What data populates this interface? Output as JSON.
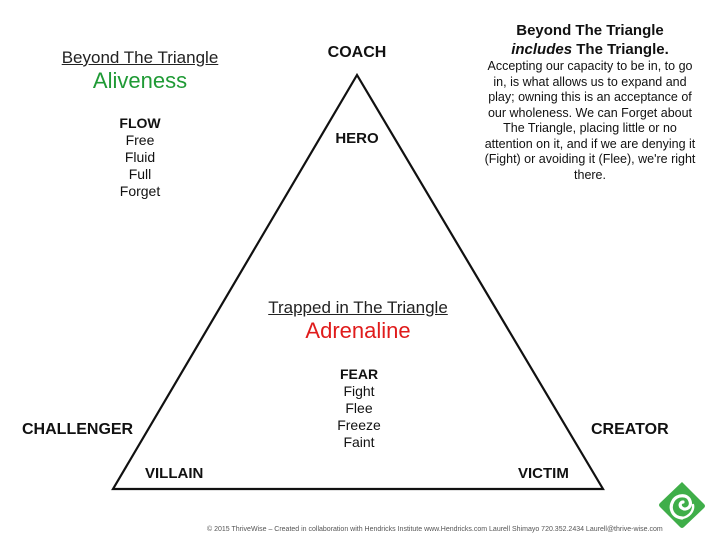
{
  "vertices": {
    "top": "COACH",
    "left": "CHALLENGER",
    "right": "CREATOR"
  },
  "inner_roles": {
    "top": "HERO",
    "left": "VILLAIN",
    "right": "VICTIM"
  },
  "beyond": {
    "title": "Beyond The Triangle",
    "subtitle": "Aliveness",
    "list_heading": "FLOW",
    "items": [
      "Free",
      "Fluid",
      "Full",
      "Forget"
    ]
  },
  "trapped": {
    "title": "Trapped in The Triangle",
    "subtitle": "Adrenaline",
    "list_heading": "FEAR",
    "items": [
      "Fight",
      "Flee",
      "Freeze",
      "Faint"
    ]
  },
  "callout": {
    "title_line1": "Beyond The Triangle",
    "title_em": "includes",
    "title_rest": " The Triangle.",
    "body": "Accepting our capacity to be in, to go in, is what allows us to expand and play; owning this is an acceptance of our wholeness. We can Forget about The Triangle, placing little or no attention on it, and if we are denying it (Fight) or avoiding it (Flee), we're right there."
  },
  "footer": "© 2015 ThriveWise – Created in collaboration with Hendricks Institute www.Hendricks.com Laurell Shimayo 720.352.2434 Laurell@thrive-wise.com",
  "colors": {
    "aliveness": "#1f9a35",
    "adrenaline": "#e01b1b",
    "logo_green": "#3fae49"
  },
  "logo_icon": "spiral-leaf-icon"
}
